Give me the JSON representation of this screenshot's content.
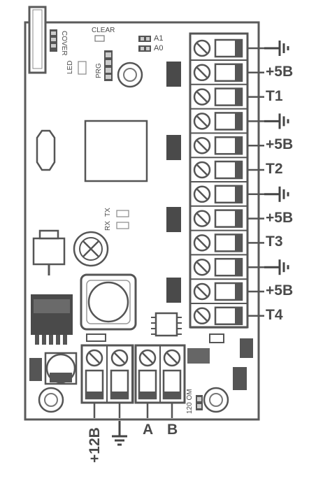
{
  "board": {
    "labels": {
      "cover": "COVER",
      "clear": "CLEAR",
      "a1": "A1",
      "a0": "A0",
      "led": "LED",
      "prg": "PRG",
      "rx": "RX",
      "tx": "TX",
      "termination": "120 OM"
    },
    "right_terminals": [
      {
        "label": "",
        "icon": "ground-icon"
      },
      {
        "label": "+5B",
        "icon": ""
      },
      {
        "label": "T1",
        "icon": ""
      },
      {
        "label": "",
        "icon": "ground-icon"
      },
      {
        "label": "+5B",
        "icon": ""
      },
      {
        "label": "T2",
        "icon": ""
      },
      {
        "label": "",
        "icon": "ground-icon"
      },
      {
        "label": "+5B",
        "icon": ""
      },
      {
        "label": "T3",
        "icon": ""
      },
      {
        "label": "",
        "icon": "ground-icon"
      },
      {
        "label": "+5B",
        "icon": ""
      },
      {
        "label": "T4",
        "icon": ""
      }
    ],
    "bottom_terminals": [
      {
        "label": "+12B",
        "icon": ""
      },
      {
        "label": "",
        "icon": "ground-icon"
      },
      {
        "label": "A",
        "icon": ""
      },
      {
        "label": "B",
        "icon": ""
      }
    ],
    "colors": {
      "outline": "#555555",
      "component": "#444444",
      "light": "#dcdcdc"
    }
  }
}
